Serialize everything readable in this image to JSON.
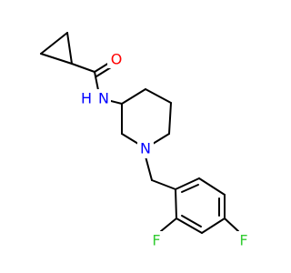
{
  "colors": {
    "background": "#ffffff",
    "bond": "#000000",
    "oxygen": "#ff0000",
    "nitrogen": "#0000ff",
    "fluorine": "#33cc33",
    "hydrogen_on_n": "#0000ff"
  },
  "atoms": {
    "oxygen": "O",
    "amide_n": "N",
    "amide_h": "H",
    "ring_n": "N",
    "fluorine_ortho": "F",
    "fluorine_para": "F"
  }
}
